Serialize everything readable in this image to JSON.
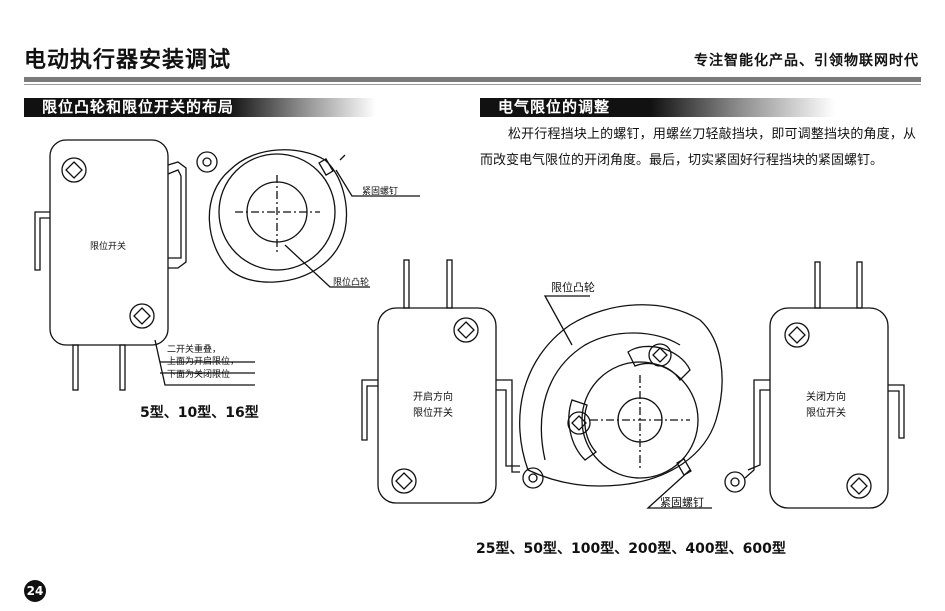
{
  "header": {
    "title": "电动执行器安装调试",
    "subtitle": "专注智能化产品、引领物联网时代"
  },
  "left_section": {
    "heading": "限位凸轮和限位开关的布局",
    "labels": {
      "switch": "限位开关",
      "screw": "紧固螺钉",
      "cam": "限位凸轮",
      "note_1": "二开关重叠，",
      "note_2": "上面为开启限位，",
      "note_3": "下面为关闭限位"
    },
    "caption": "5型、10型、16型"
  },
  "right_section": {
    "heading": "电气限位的调整",
    "paragraph": "松开行程挡块上的螺钉，用螺丝刀轻敲挡块，即可调整挡块的角度，从而改变电气限位的开闭角度。最后，切实紧固好行程挡块的紧固螺钉。",
    "labels": {
      "cam": "限位凸轮",
      "open_line1": "开启方向",
      "open_line2": "限位开关",
      "close_line1": "关闭方向",
      "close_line2": "限位开关",
      "screw": "紧固螺钉"
    },
    "caption": "25型、50型、100型、200型、400型、600型"
  },
  "page_number": "24"
}
